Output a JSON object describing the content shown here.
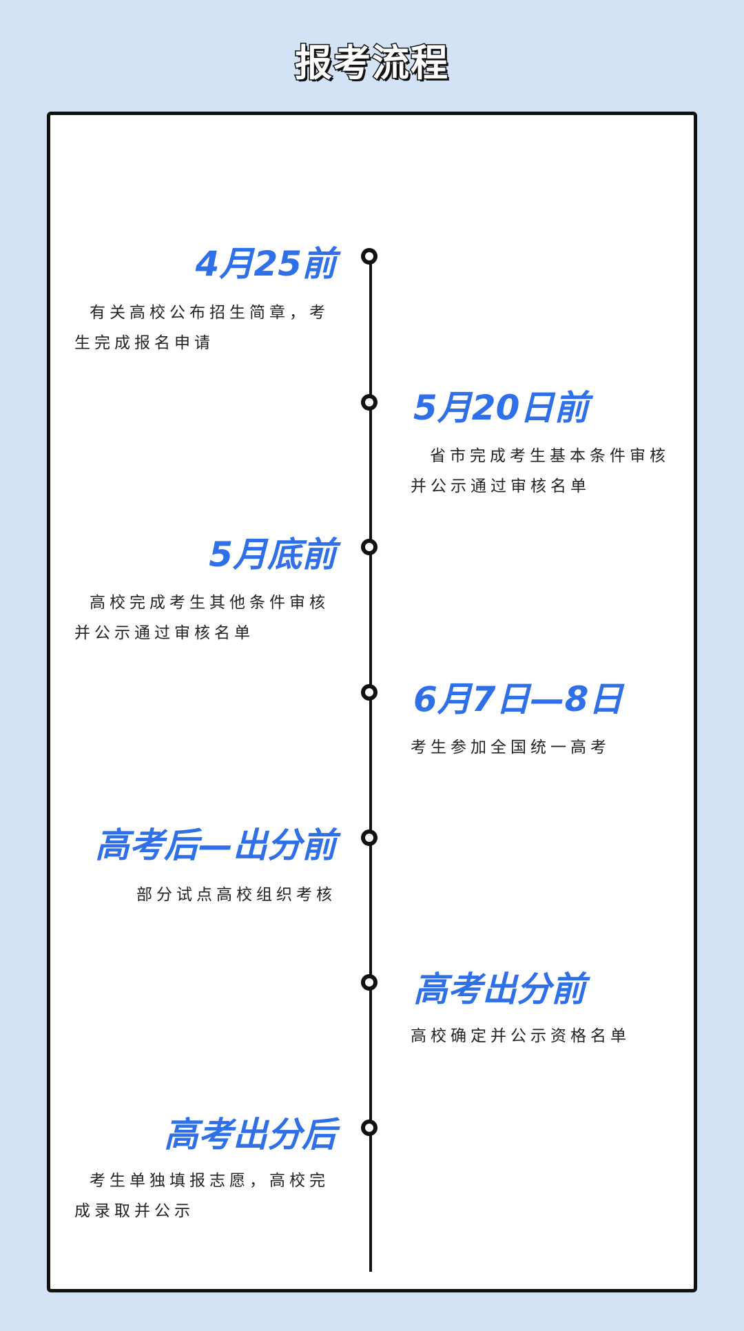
{
  "title": "报考流程",
  "colors": {
    "background": "#d3e3f5",
    "accent": "#2f6fe8",
    "line": "#111111"
  },
  "steps": [
    {
      "date": "4月25前",
      "desc": "有关高校公布招生简章，考生完成报名申请"
    },
    {
      "date": "5月20日前",
      "desc": "省市完成考生基本条件审核并公示通过审核名单"
    },
    {
      "date": "5月底前",
      "desc": "高校完成考生其他条件审核并公示通过审核名单"
    },
    {
      "date": "6月7日—8日",
      "desc": "考生参加全国统一高考"
    },
    {
      "date": "高考后—出分前",
      "desc": "部分试点高校组织考核"
    },
    {
      "date": "高考出分前",
      "desc": "高校确定并公示资格名单"
    },
    {
      "date": "高考出分后",
      "desc": "考生单独填报志愿，高校完成录取并公示"
    }
  ]
}
